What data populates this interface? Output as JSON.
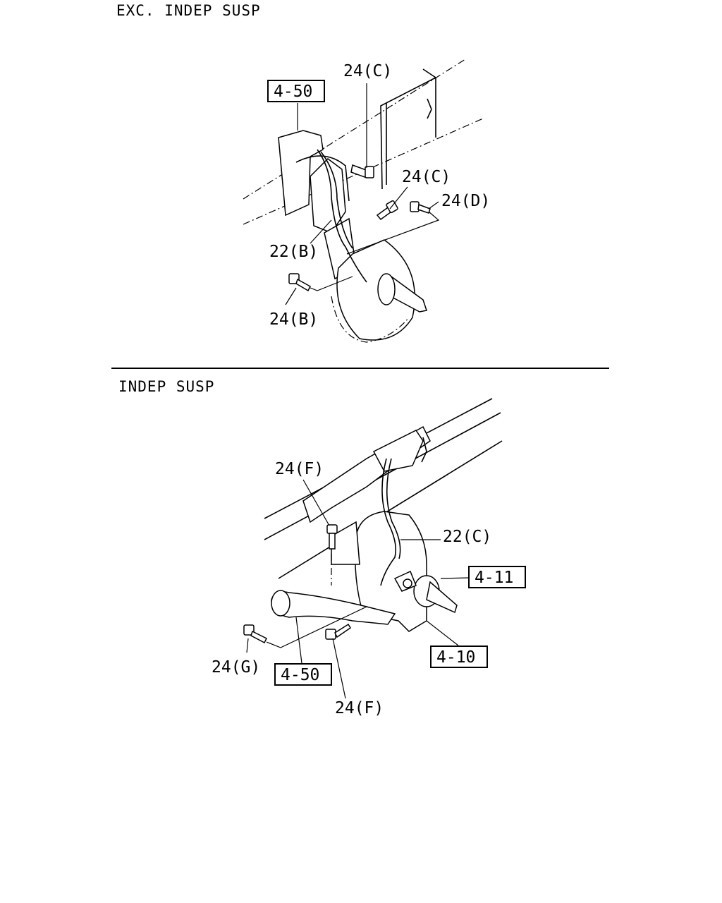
{
  "sections": [
    {
      "title": "EXC. INDEP SUSP",
      "callouts": [
        {
          "text": "24(C)",
          "id": "upper-bolt"
        },
        {
          "text": "24(C)",
          "id": "mid-bolt"
        },
        {
          "text": "24(D)",
          "id": "right-bolt"
        },
        {
          "text": "22(B)",
          "id": "sensor-harness"
        },
        {
          "text": "24(B)",
          "id": "lower-bolt"
        }
      ],
      "ref_boxes": [
        {
          "text": "4-50"
        }
      ]
    },
    {
      "title": "INDEP SUSP",
      "callouts": [
        {
          "text": "24(F)",
          "id": "top-bolt"
        },
        {
          "text": "22(C)",
          "id": "sensor-harness"
        },
        {
          "text": "24(G)",
          "id": "left-bolt"
        },
        {
          "text": "24(F)",
          "id": "bottom-bolt"
        }
      ],
      "ref_boxes": [
        {
          "text": "4-11"
        },
        {
          "text": "4-10"
        },
        {
          "text": "4-50"
        }
      ]
    }
  ]
}
